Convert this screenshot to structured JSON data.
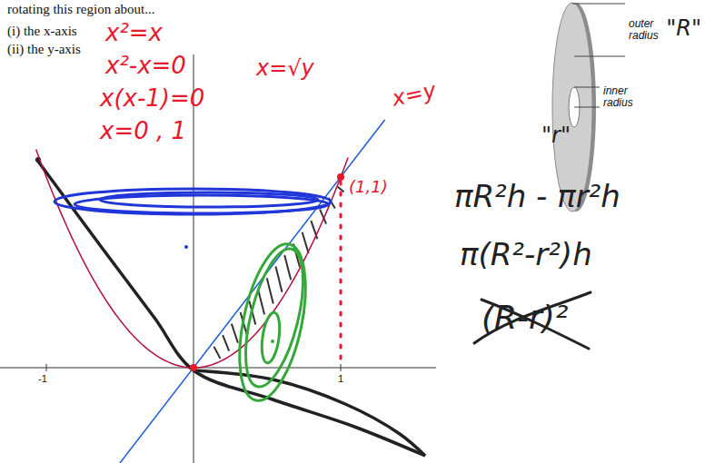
{
  "diagram": {
    "labels": [
      "rotating this region about...",
      "(i) the x-axis",
      "(ii) the y-axis",
      "x²=x",
      "x²-x=0",
      "x(x-1)=0",
      "x=0 , 1",
      "x=√y",
      "x=y",
      "(1,1)",
      "-1",
      "1",
      "outer radius",
      "\"R\"",
      "inner radius",
      "\"r\"",
      "πR²h - πr²h",
      "π(R²-r²)h",
      "(R-r)²"
    ]
  }
}
